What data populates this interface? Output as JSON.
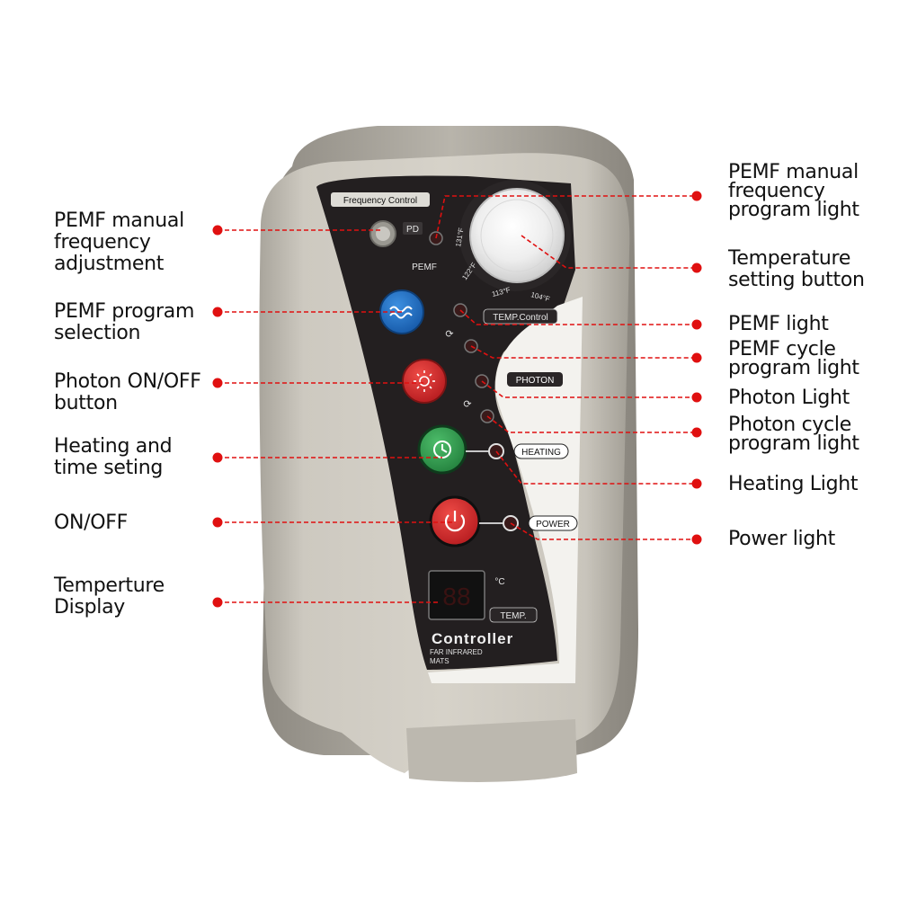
{
  "device": {
    "panel_labels": {
      "frequency_control": "Frequency Control",
      "pd": "PD",
      "pemf": "PEMF",
      "temp_control": "TEMP.Control",
      "photon": "PHOTON",
      "heating": "HEATING",
      "power": "POWER",
      "celsius": "°C",
      "temp": "TEMP.",
      "controller": "Controller",
      "far_infrared": "FAR INFRARED",
      "mats": "MATS",
      "display_digits": "88"
    },
    "dial_scale": [
      "131°F",
      "122°F",
      "113°F",
      "104°F"
    ],
    "colors": {
      "housing": "#c4c0b6",
      "faceplate": "#231f20",
      "program_button": "#1d6fc4",
      "photon_button": "#d62a2a",
      "heating_button": "#2f9e52",
      "power_button": "#d8232a",
      "callout_red": "#e01010"
    }
  },
  "callouts": {
    "left": [
      {
        "id": "pemf-manual-frequency-adjustment",
        "text": "PEMF manual\nfrequency\nadjustment"
      },
      {
        "id": "pemf-program-selection",
        "text": "PEMF program\nselection"
      },
      {
        "id": "photon-on-off-button",
        "text": "Photon ON/OFF\nbutton"
      },
      {
        "id": "heating-and-time-setting",
        "text": "Heating and\ntime seting"
      },
      {
        "id": "on-off",
        "text": "ON/OFF"
      },
      {
        "id": "temperature-display",
        "text": "Temperture\nDisplay"
      }
    ],
    "right": [
      {
        "id": "pemf-manual-frequency-program-light",
        "text": "PEMF manual\nfrequency\nprogram light"
      },
      {
        "id": "temperature-setting-button",
        "text": "Temperature\nsetting button"
      },
      {
        "id": "pemf-light",
        "text": "PEMF light"
      },
      {
        "id": "pemf-cycle-program-light",
        "text": "PEMF cycle\nprogram light"
      },
      {
        "id": "photon-light",
        "text": "Photon Light"
      },
      {
        "id": "photon-cycle-program-light",
        "text": "Photon cycle\nprogram light"
      },
      {
        "id": "heating-light",
        "text": "Heating Light"
      },
      {
        "id": "power-light",
        "text": "Power light"
      }
    ]
  }
}
